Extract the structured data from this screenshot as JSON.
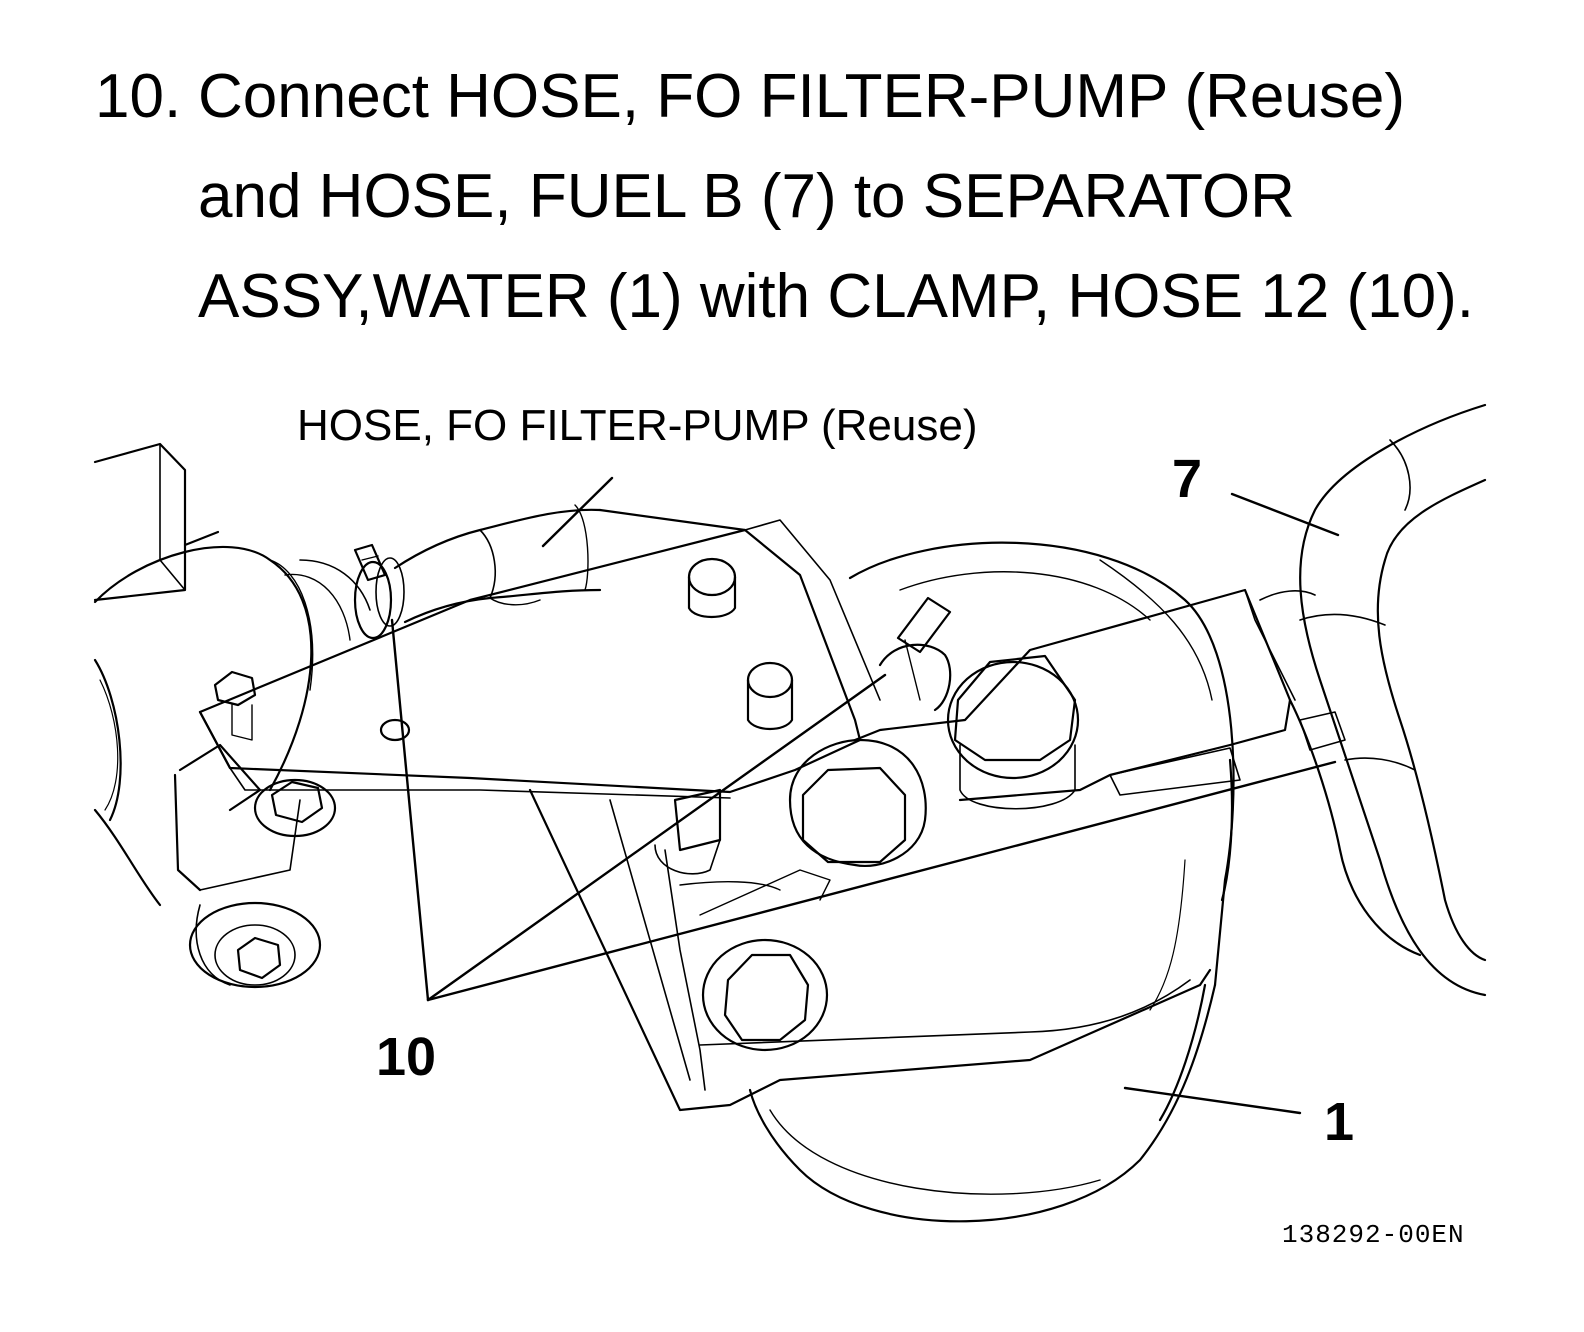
{
  "instruction": {
    "step_number": "10.",
    "lines": [
      "Connect HOSE, FO FILTER-PUMP (Reuse)",
      "and HOSE, FUEL B (7) to SEPARATOR",
      "ASSY,WATER (1) with CLAMP, HOSE 12 (10)."
    ]
  },
  "callouts": {
    "hose_label": "HOSE, FO FILTER-PUMP (Reuse)",
    "fuel_hose": "7",
    "clamps": "10",
    "separator": "1"
  },
  "figure_id": "138292-00EN"
}
